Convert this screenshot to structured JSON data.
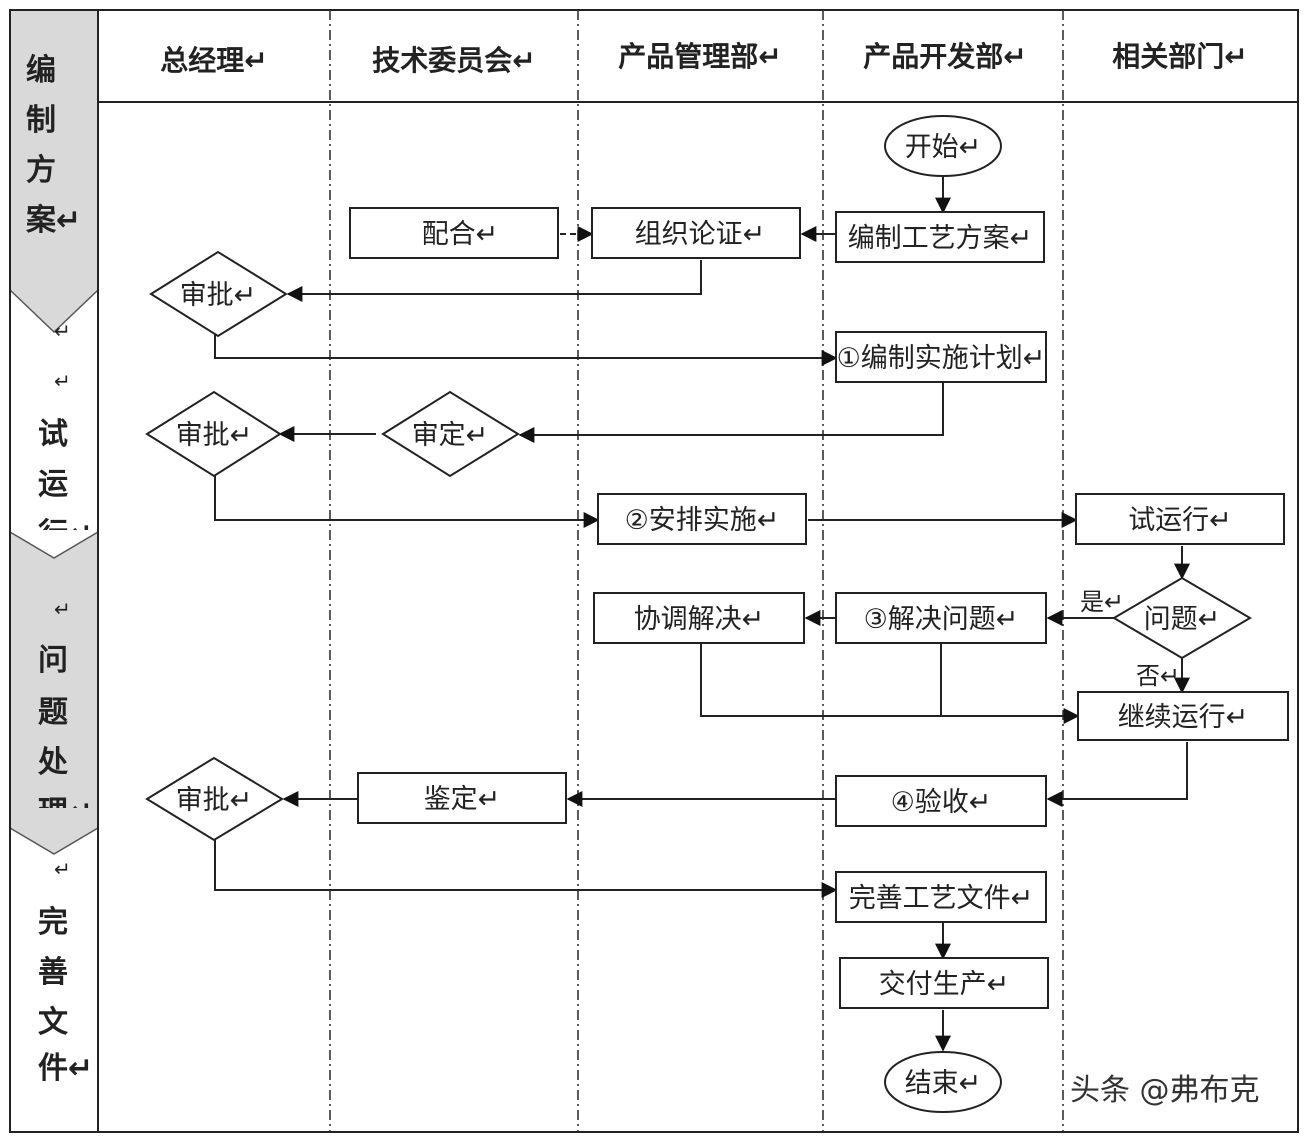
{
  "lanes": [
    "总经理↵",
    "技术委员会↵",
    "产品管理部↵",
    "产品开发部↵",
    "相关部门↵"
  ],
  "phases": [
    {
      "chars": [
        "编",
        "制",
        "方",
        "案↵"
      ],
      "shaded": true
    },
    {
      "chars": [
        "↵",
        "↵",
        "试",
        "运",
        "行↵"
      ],
      "shaded": false
    },
    {
      "chars": [
        "↵",
        "问",
        "题",
        "处",
        "理↵"
      ],
      "shaded": true
    },
    {
      "chars": [
        "↵",
        "完",
        "善",
        "文",
        "件↵"
      ],
      "shaded": false
    }
  ],
  "nodes": {
    "start": "开始↵",
    "prep_plan": "编制工艺方案↵",
    "organize": "组织论证↵",
    "cooperate": "配合↵",
    "approve1": "审批↵",
    "impl_plan": "①编制实施计划↵",
    "review": "审定↵",
    "approve2": "审批↵",
    "arrange": "②安排实施↵",
    "trial": "试运行↵",
    "problem": "问题↵",
    "solve": "③解决问题↵",
    "coordinate": "协调解决↵",
    "continue": "继续运行↵",
    "accept": "④验收↵",
    "appraise": "鉴定↵",
    "approve3": "审批↵",
    "improve": "完善工艺文件↵",
    "deliver": "交付生产↵",
    "end": "结束↵"
  },
  "edge_labels": {
    "yes": "是↵",
    "no": "否↵"
  },
  "watermark": "头条 @弗布克",
  "colors": {
    "phase_shade": "#d9d9d9",
    "line": "#222222"
  }
}
